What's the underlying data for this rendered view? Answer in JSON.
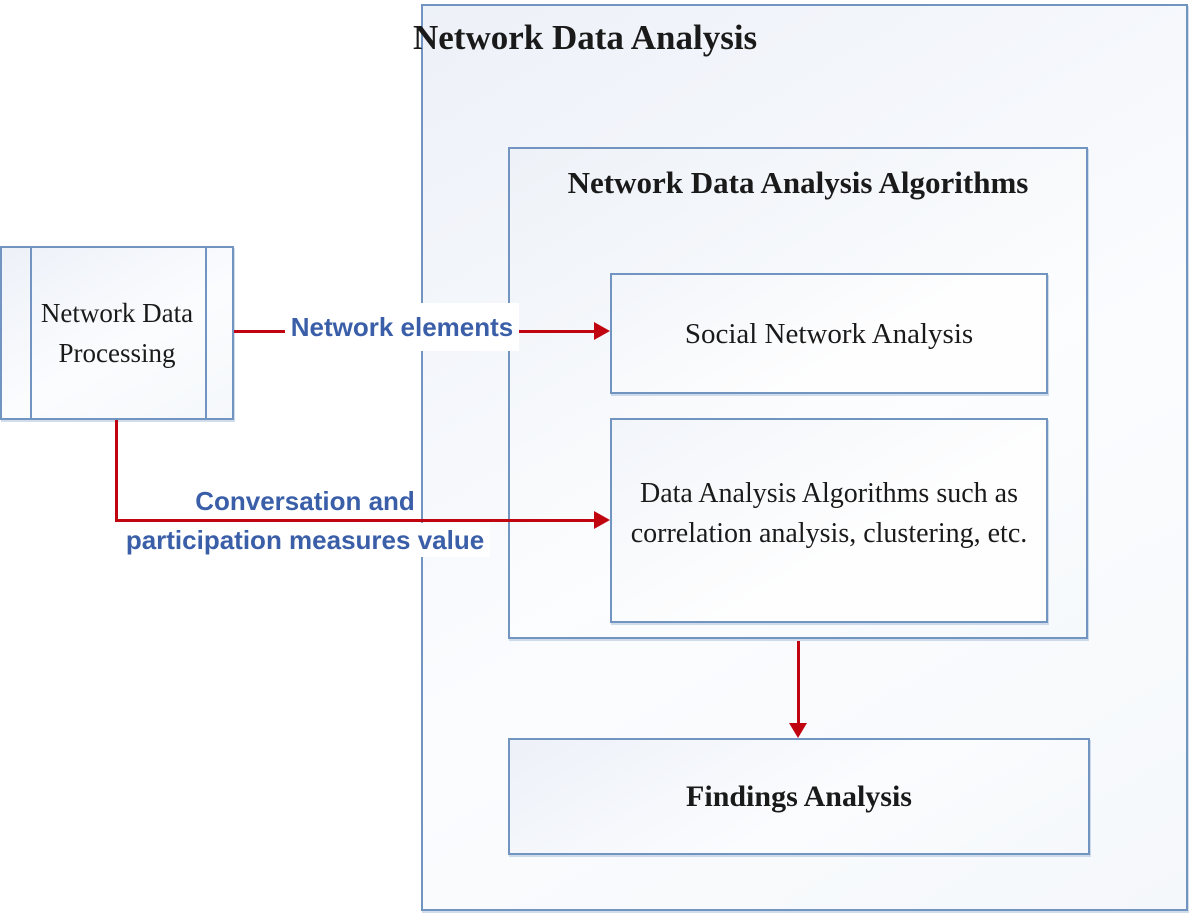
{
  "diagram": {
    "title": "Network Data Analysis",
    "algorithms": {
      "title": "Network Data Analysis Algorithms"
    },
    "boxes": {
      "processing": "Network Data Processing",
      "social": "Social Network Analysis",
      "data_analysis": "Data Analysis Algorithms such as correlation analysis, clustering, etc.",
      "findings": "Findings Analysis"
    },
    "labels": {
      "network_elements": "Network elements",
      "conversation_line1": "Conversation and",
      "conversation_line2": "participation measures value"
    },
    "colors": {
      "border": "#7195c0",
      "arrow": "#c00511",
      "label_text": "#3a5fa8",
      "text": "#1a1a1a"
    }
  }
}
